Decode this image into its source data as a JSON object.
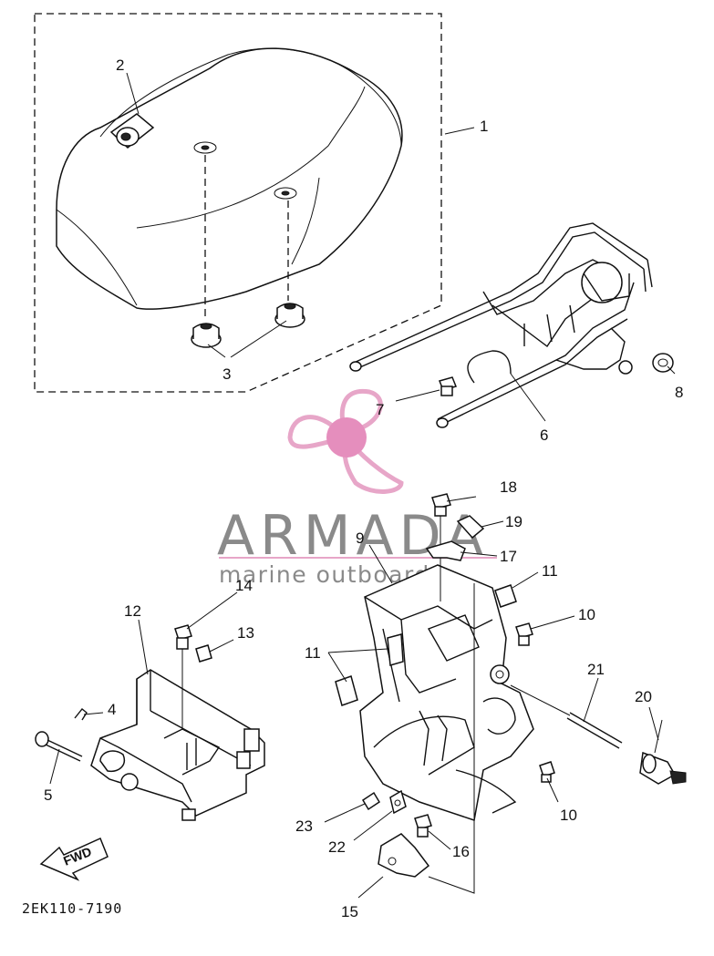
{
  "diagram": {
    "drawing_code": "2EK110-7190",
    "direction_marker": "FWD",
    "parts": [
      "1",
      "2",
      "3",
      "4",
      "5",
      "6",
      "7",
      "8",
      "9",
      "10",
      "10",
      "11",
      "11",
      "12",
      "13",
      "14",
      "15",
      "16",
      "17",
      "18",
      "19",
      "20",
      "21",
      "22",
      "23"
    ]
  },
  "watermark": {
    "brand": "ARMADA",
    "tagline": "marine outboards",
    "colors": {
      "propeller": "#e7a6c8",
      "hub": "#e58ebd",
      "text": "#8a8a8a",
      "rule": "#e7a6c8"
    }
  }
}
